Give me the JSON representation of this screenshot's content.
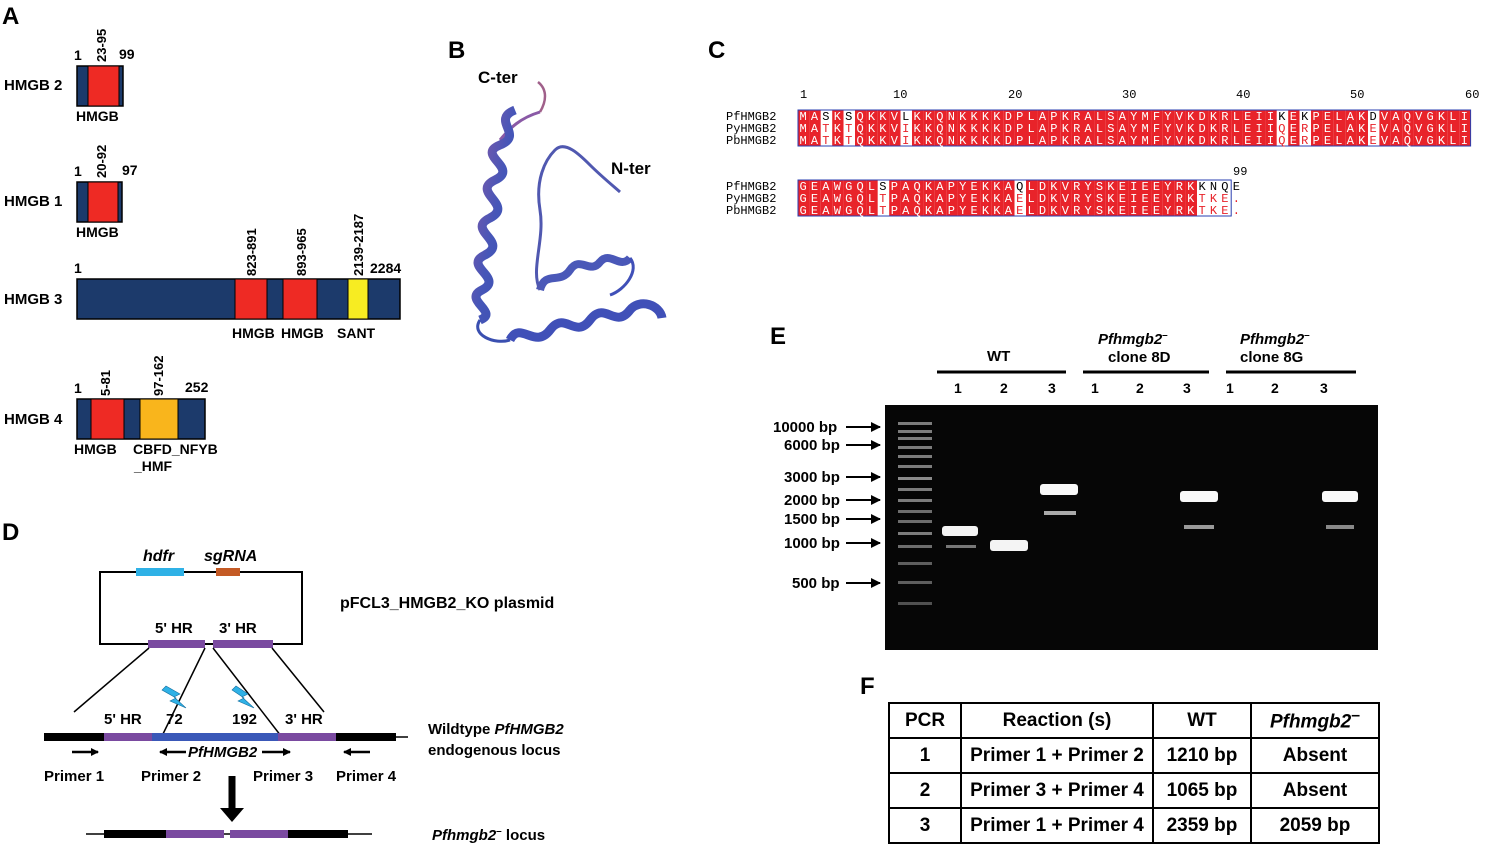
{
  "panels": [
    "A",
    "B",
    "C",
    "D",
    "E",
    "F"
  ],
  "colors": {
    "navy": "#1c3a6b",
    "red": "#ee2a24",
    "yellow": "#f7ec22",
    "orange": "#f9b51c",
    "purple": "#7a4aa0",
    "blue": "#3a58b8",
    "cyan": "#2fb1e6",
    "rust": "#c45a25",
    "align_red": "#e8232a"
  },
  "panelA": {
    "hmgb2": {
      "name": "HMGB 2",
      "start": "1",
      "end": "99",
      "domain_range": "23-95",
      "domain": "HMGB"
    },
    "hmgb1": {
      "name": "HMGB 1",
      "start": "1",
      "end": "97",
      "domain_range": "20-92",
      "domain": "HMGB"
    },
    "hmgb3": {
      "name": "HMGB 3",
      "start": "1",
      "end": "2284",
      "ranges": [
        "823-891",
        "893-965",
        "2139-2187"
      ],
      "domains": [
        "HMGB",
        "HMGB",
        "SANT"
      ]
    },
    "hmgb4": {
      "name": "HMGB 4",
      "start": "1",
      "end": "252",
      "ranges": [
        "5-81",
        "97-162"
      ],
      "domains": [
        "HMGB",
        "CBFD_NFYB",
        "_HMF"
      ]
    }
  },
  "panelB": {
    "cter": "C-ter",
    "nter": "N-ter"
  },
  "panelC": {
    "ruler": [
      "1",
      "10",
      "20",
      "30",
      "40",
      "50",
      "60"
    ],
    "ruler2": "99",
    "names": [
      "PfHMGB2",
      "PyHMGB2",
      "PbHMGB2"
    ],
    "block1": [
      "MASKSQKKVLKKQNKKKKDPLAPKRALSAYMFYVKDKRLEIIKEKPELAKDVAQVGKLI",
      "MATKTQKKVIKKQNKKKKDPLAPKRALSAYMFYVKDKRLEIIQERPELAKEVAQVGKLI",
      "MATKTQKKVIKKQNKKKKDPLAPKRALSAYMFYVKDKRLEIIQERPELAKEVAQVGKLI"
    ],
    "block2": [
      "GEAWGQLSPAQKAPYEKKAQLDKVRYSKEIEEYRKKNQE",
      "GEAWGQLTPAQKAPYEKKAELDKVRYSKEIEEYRKTKE.",
      "GEAWGQLTPAQKAPYEKKAELDKVRYSKEIEEYRKTKE."
    ]
  },
  "panelD": {
    "hdfr": "hdfr",
    "sgrna": "sgRNA",
    "plasmid": "pFCL3_HMGB2_KO plasmid",
    "hr5": "5' HR",
    "hr3": "3' HR",
    "cut1": "72",
    "cut2": "192",
    "gene": "PfHMGB2",
    "wt_line1": "Wildtype ",
    "wt_gene": "PfHMGB2",
    "wt_line2": "endogenous  locus",
    "primers": [
      "Primer 1",
      "Primer 2",
      "Primer 3",
      "Primer 4"
    ],
    "ko_gene": "Pfhmgb2",
    "ko_sup": "–",
    "ko_suffix": " locus"
  },
  "panelE": {
    "groups": [
      {
        "label": "WT"
      },
      {
        "label_top": "Pfhmgb2",
        "label_sup": "–",
        "label_bottom": "clone 8D"
      },
      {
        "label_top": "Pfhmgb2",
        "label_sup": "–",
        "label_bottom": "clone 8G"
      }
    ],
    "lanes": [
      "1",
      "2",
      "3"
    ],
    "ladder": [
      "10000 bp",
      "6000 bp",
      "3000 bp",
      "2000 bp",
      "1500 bp",
      "1000 bp",
      "500 bp"
    ]
  },
  "panelF": {
    "headers": [
      "PCR",
      "Reaction (s)",
      "WT",
      "Pfhmgb2"
    ],
    "header_sup": "–",
    "rows": [
      [
        "1",
        "Primer 1 + Primer 2",
        "1210 bp",
        "Absent"
      ],
      [
        "2",
        "Primer 3 + Primer 4",
        "1065 bp",
        "Absent"
      ],
      [
        "3",
        "Primer 1 + Primer 4",
        "2359 bp",
        "2059 bp"
      ]
    ]
  }
}
